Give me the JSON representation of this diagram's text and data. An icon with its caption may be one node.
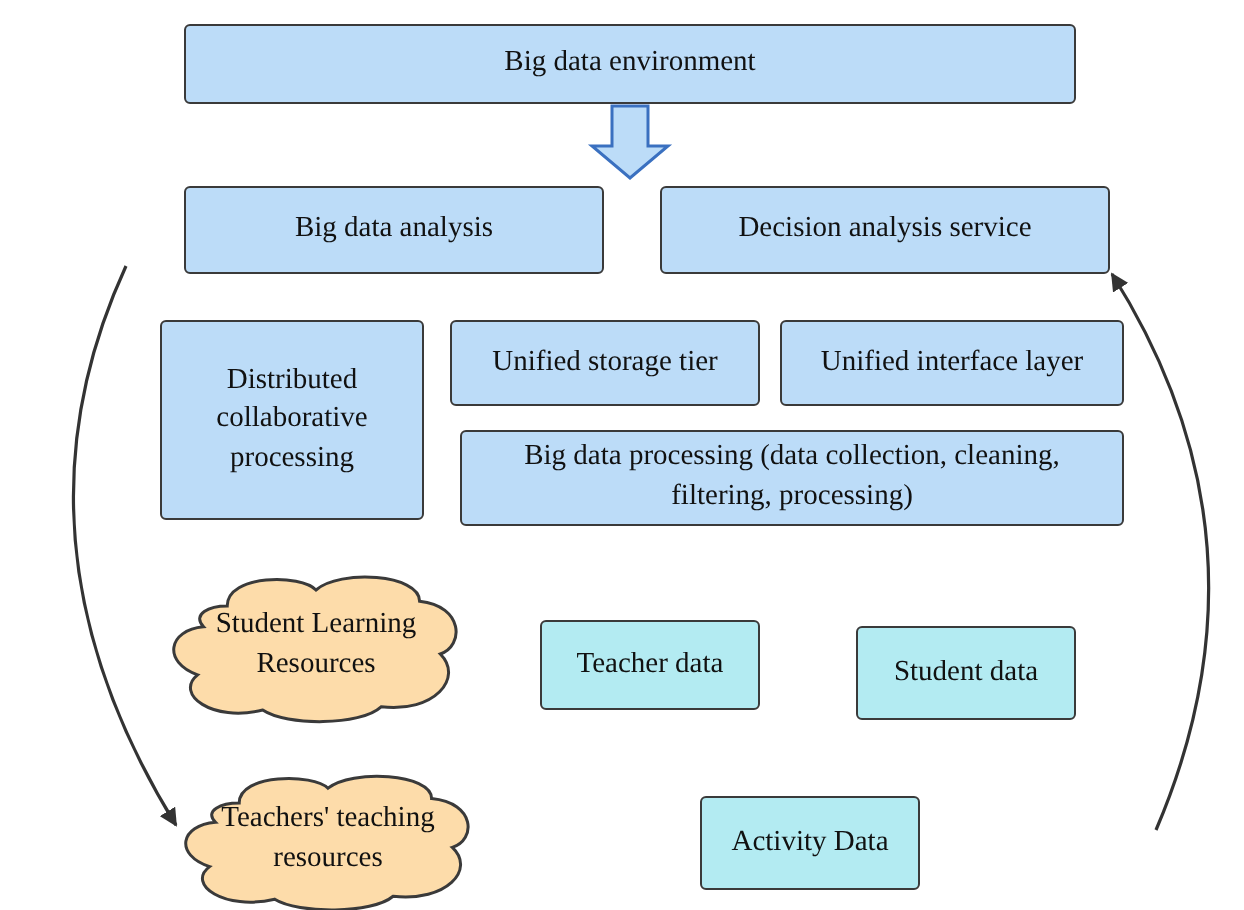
{
  "diagram": {
    "nodes": [
      {
        "text": [
          "Big data environment"
        ]
      },
      {
        "text": [
          "Big data analysis"
        ]
      },
      {
        "text": [
          "Decision analysis service"
        ]
      },
      {
        "text": [
          "Distributed collaborative processing"
        ]
      },
      {
        "text": [
          "Unified storage tier"
        ]
      },
      {
        "text": [
          "Unified interface layer"
        ]
      },
      {
        "text": [
          "Big data processing (data collection, cleaning, filtering, processing)"
        ]
      },
      {
        "text": [
          "Student Learning Resources"
        ]
      },
      {
        "text": [
          "Teacher data"
        ]
      },
      {
        "text": [
          "Student data"
        ]
      },
      {
        "text": [
          "Teachers' teaching resources"
        ]
      },
      {
        "text": [
          "Activity Data"
        ]
      }
    ],
    "edges": [
      {
        "from": 0,
        "to": null,
        "arrow": "to",
        "style": "thick"
      },
      {
        "from": null,
        "to": 10,
        "arrow": "to"
      },
      {
        "from": null,
        "to": 2,
        "arrow": "to"
      }
    ]
  }
}
